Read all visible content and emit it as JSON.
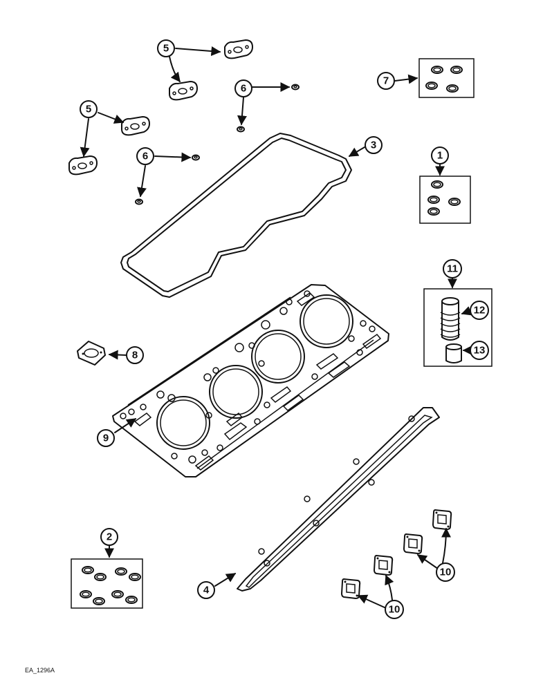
{
  "reference_code": "EA_1296A",
  "callouts": {
    "c5a": "5",
    "c5b": "5",
    "c6a": "6",
    "c6b": "6",
    "c7": "7",
    "c3": "3",
    "c1": "1",
    "c11": "11",
    "c12": "12",
    "c13": "13",
    "c8": "8",
    "c9": "9",
    "c2": "2",
    "c4": "4",
    "c10a": "10",
    "c10b": "10"
  }
}
